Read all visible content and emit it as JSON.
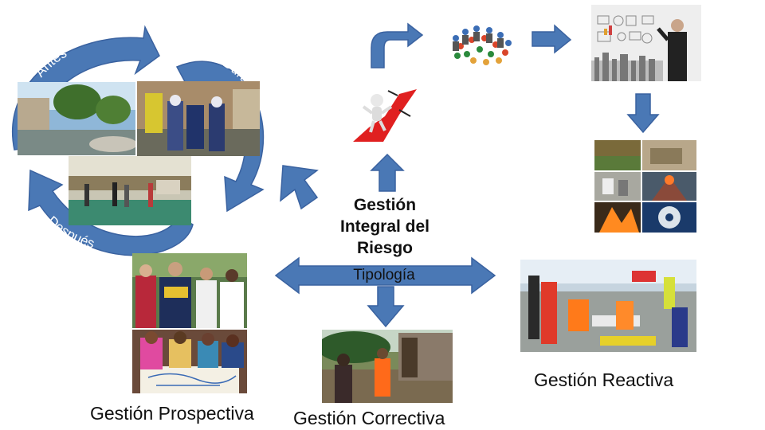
{
  "center": {
    "line1": "Gestión",
    "line2": "Integral del",
    "line3": "Riesgo"
  },
  "tipologia": "Tipología",
  "cycle": {
    "before": "Antes",
    "during": "Durante",
    "after": "Después"
  },
  "labels": {
    "prospective": "Gestión Prospectiva",
    "corrective": "Gestión Correctiva",
    "reactive": "Gestión Reactiva"
  },
  "colors": {
    "arrow": "#4a78b5",
    "arrow_dark": "#3a62a0",
    "white": "#ffffff"
  }
}
